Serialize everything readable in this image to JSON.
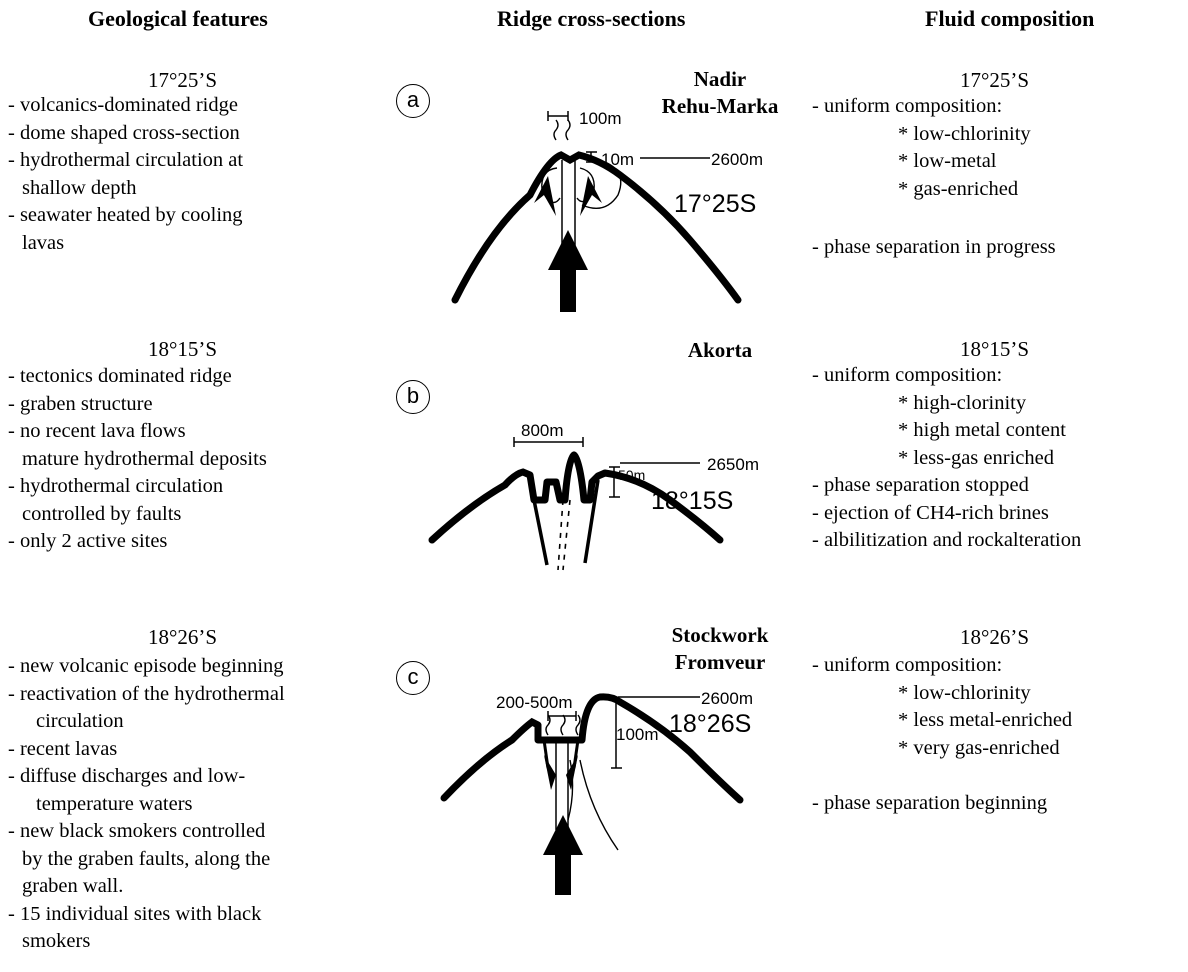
{
  "headers": {
    "geological": "Geological features",
    "ridge": "Ridge cross-sections",
    "fluid": "Fluid composition"
  },
  "rows": [
    {
      "id": "a",
      "lat": "17°25’S",
      "geo": [
        "- volcanics-dominated ridge",
        "- dome shaped cross-section",
        "- hydrothermal circulation at",
        "  shallow depth",
        "- seawater heated by cooling",
        "  lavas"
      ],
      "site_name": [
        "Nadir",
        "Rehu-Marka"
      ],
      "label_width": "100m",
      "label_depth_small": "10m",
      "label_depth": "2600m",
      "section_lat": "17°25S",
      "fluid_lat": "17°25’S",
      "fluid": [
        "- uniform composition:",
        "* low-chlorinity",
        "* low-metal",
        "* gas-enriched",
        "",
        "- phase separation in progress"
      ]
    },
    {
      "id": "b",
      "lat": "18°15’S",
      "geo": [
        "- tectonics dominated ridge",
        "- graben structure",
        "- no recent lava flows",
        "  mature hydrothermal deposits",
        "- hydrothermal circulation",
        "  controlled by faults",
        "- only 2 active sites"
      ],
      "site_name": [
        "Akorta"
      ],
      "label_width": "800m",
      "label_depth_small": "50m",
      "label_depth": "2650m",
      "section_lat": "18°15S",
      "fluid_lat": "18°15’S",
      "fluid": [
        "- uniform composition:",
        "* high-clorinity",
        "* high metal content",
        "* less-gas enriched",
        "- phase separation stopped",
        "- ejection of CH4-rich brines",
        "- albilitization and rockalteration"
      ]
    },
    {
      "id": "c",
      "lat": "18°26’S",
      "geo": [
        "- new volcanic episode beginning",
        "- reactivation of the hydrothermal",
        "  circulation",
        "- recent lavas",
        "- diffuse discharges and low-",
        "  temperature waters",
        "- new black smokers controlled",
        "  by the graben faults, along the",
        "  graben wall.",
        "- 15 individual sites with black",
        "  smokers"
      ],
      "site_name": [
        "Stockwork",
        "Fromveur"
      ],
      "label_width": "200-500m",
      "label_depth_small": "100m",
      "label_depth": "2600m",
      "section_lat": "18°26S",
      "fluid_lat": "18°26’S",
      "fluid": [
        "- uniform composition:",
        "* low-chlorinity",
        "* less metal-enriched",
        "* very gas-enriched",
        "",
        "- phase separation beginning"
      ]
    }
  ]
}
